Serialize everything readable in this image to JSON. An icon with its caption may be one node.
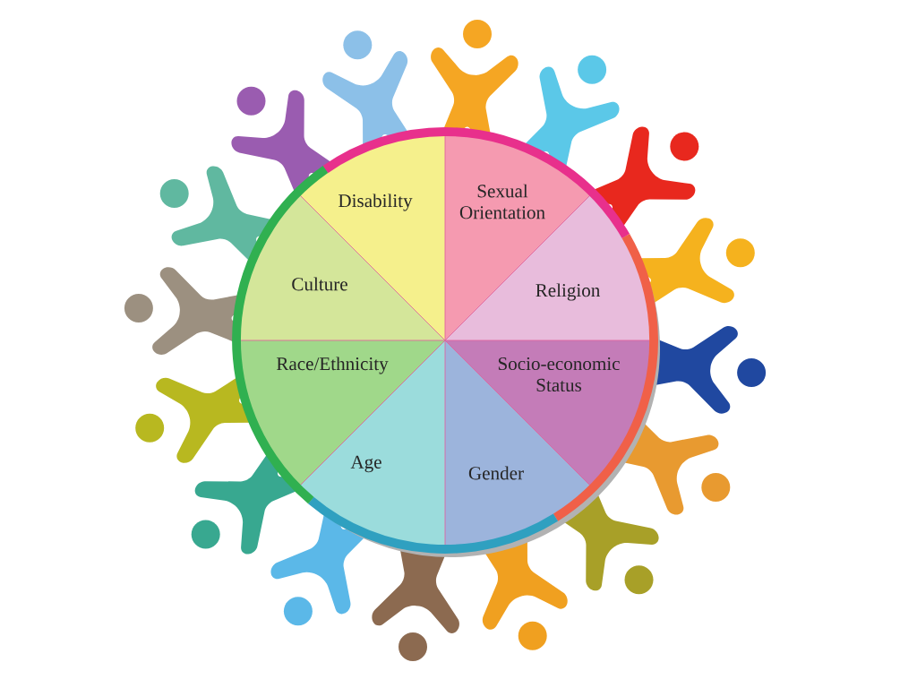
{
  "diagram": {
    "nodes": [
      {
        "text": [
          "Sexual Orientation"
        ]
      },
      {
        "text": [
          "Religion"
        ]
      },
      {
        "text": [
          "Socio-economic Status"
        ]
      },
      {
        "text": [
          "Gender"
        ]
      },
      {
        "text": [
          "Age"
        ]
      },
      {
        "text": [
          "Race/Ethnicity"
        ]
      },
      {
        "text": [
          "Culture"
        ]
      },
      {
        "text": [
          "Disability"
        ]
      }
    ]
  }
}
